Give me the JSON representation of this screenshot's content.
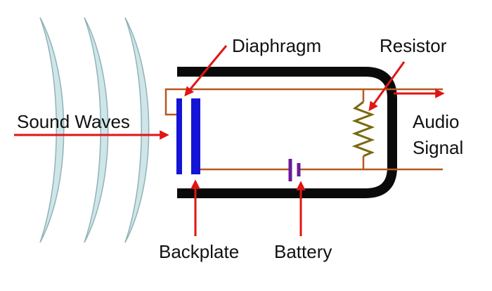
{
  "labels": {
    "sound_waves": "Sound Waves",
    "diaphragm": "Diaphragm",
    "resistor": "Resistor",
    "audio": "Audio",
    "signal": "Signal",
    "backplate": "Backplate",
    "battery": "Battery"
  },
  "colors": {
    "arrow": "#e01515",
    "wire": "#b8581e",
    "housing": "#0a0a0a",
    "plates": "#1414d6",
    "battery": "#6a1b9a",
    "resistor": "#7a6a10",
    "waves_fill": "#cfe5e8",
    "waves_stroke": "#8fb3b8"
  }
}
